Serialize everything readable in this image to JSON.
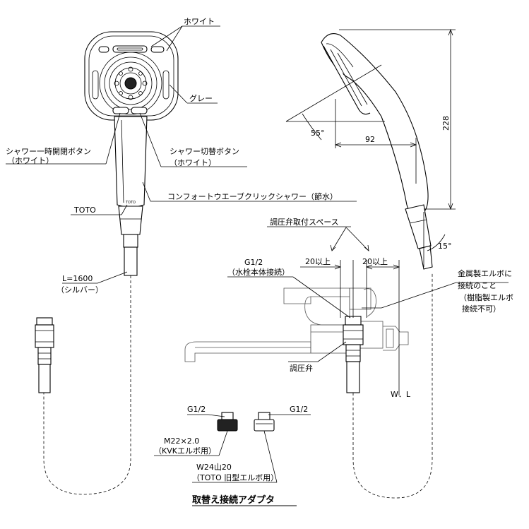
{
  "labels": {
    "white": "ホワイト",
    "gray": "グレー",
    "pause_button": "シャワー一時開閉ボタン",
    "pause_button_color": "（ホワイト）",
    "switch_button": "シャワー切替ボタン",
    "switch_button_color": "（ホワイト）",
    "product_name": "コンフォートウエーブクリックシャワー（節水）",
    "brand": "TOTO",
    "hose_length": "L=1600",
    "hose_color": "（シルバー）",
    "pressure_space": "調圧弁取付スペース",
    "g12_body": "G1/2",
    "g12_body_note": "（水栓本体接続）",
    "space_left": "20以上",
    "space_right": "20以上",
    "metal_elbow_1": "金属製エルボに",
    "metal_elbow_2": "接続のこと",
    "resin_elbow_1": "（樹脂製エルボ",
    "resin_elbow_2": "接続不可）",
    "pressure_valve": "調圧弁",
    "wl": "W．L",
    "g12_left": "G1/2",
    "g12_right": "G1/2",
    "m22": "M22×2.0",
    "m22_note": "（KVKエルボ用）",
    "w24": "W24山20",
    "w24_note": "（TOTO 旧型エルボ用）",
    "adapter_title": "取替え接続アダプタ"
  },
  "dimensions": {
    "angle_head": "55°",
    "width": "92",
    "height": "228",
    "angle_tip": "15°"
  },
  "colors": {
    "line": "#000000",
    "background": "#ffffff",
    "dark_part": "#222222"
  }
}
